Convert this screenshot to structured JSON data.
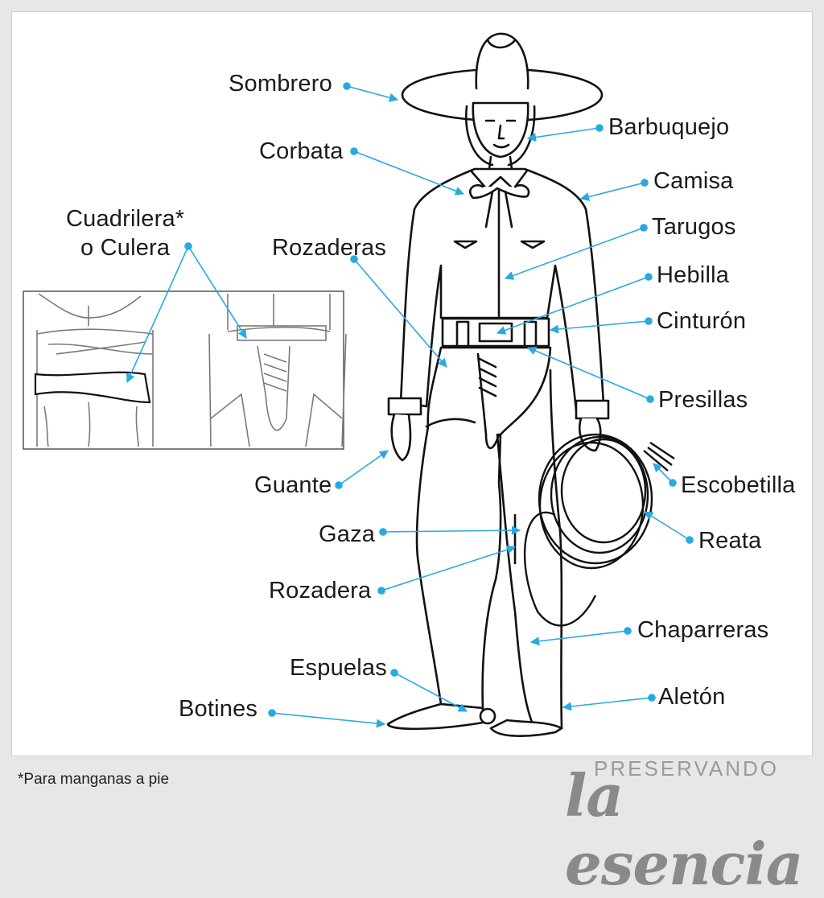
{
  "colors": {
    "accent": "#27a9e1",
    "ink": "#1b1b1b",
    "background": "#e7e7e7",
    "panel": "#ffffff"
  },
  "labels": {
    "sombrero": "Sombrero",
    "barbuquejo": "Barbuquejo",
    "corbata": "Corbata",
    "camisa": "Camisa",
    "cuadrilera": "Cuadrilera*\no Culera",
    "tarugos": "Tarugos",
    "rozaderas": "Rozaderas",
    "hebilla": "Hebilla",
    "cinturon": "Cinturón",
    "presillas": "Presillas",
    "guante": "Guante",
    "escobetilla": "Escobetilla",
    "gaza": "Gaza",
    "reata": "Reata",
    "rozadera": "Rozadera",
    "chaparreras": "Chaparreras",
    "espuelas": "Espuelas",
    "aleton": "Aletón",
    "botines": "Botines"
  },
  "footnote": "*Para manganas a pie",
  "logo": {
    "top": "PRESERVANDO",
    "bottom": "la esencia"
  }
}
